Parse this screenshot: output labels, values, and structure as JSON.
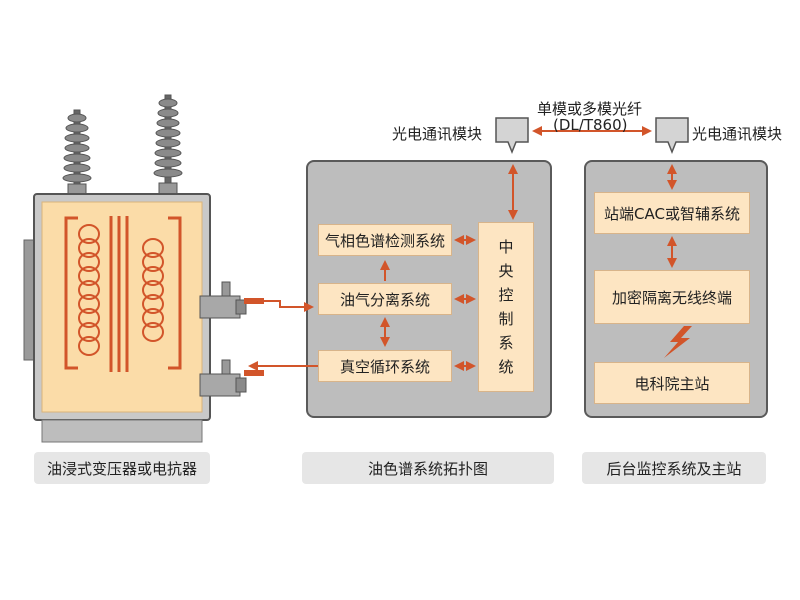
{
  "colors": {
    "arrow": "#d2552a",
    "panel": "#bdbdbd",
    "box": "#fde5c2",
    "transformer_body": "#fbdca8"
  },
  "transformer": {
    "caption": "油浸式变压器或电抗器"
  },
  "topology": {
    "caption": "油色谱系统拓扑图",
    "module_label": "光电通讯模块",
    "boxes": {
      "gas_chromatography": "气相色谱检测系统",
      "oil_gas_separation": "油气分离系统",
      "vacuum_circulation": "真空循环系统"
    },
    "central_control": [
      "中",
      "央",
      "控",
      "制",
      "系",
      "统"
    ]
  },
  "fiber": {
    "title": "单模或多模光纤",
    "standard": "(DL/T860)"
  },
  "backend": {
    "caption": "后台监控系统及主站",
    "module_label": "光电通讯模块",
    "boxes": {
      "station_cac": "站端CAC或智辅系统",
      "wireless_terminal": "加密隔离无线终端",
      "master_station": "电科院主站"
    },
    "icons": [
      "lightning-icon"
    ]
  }
}
